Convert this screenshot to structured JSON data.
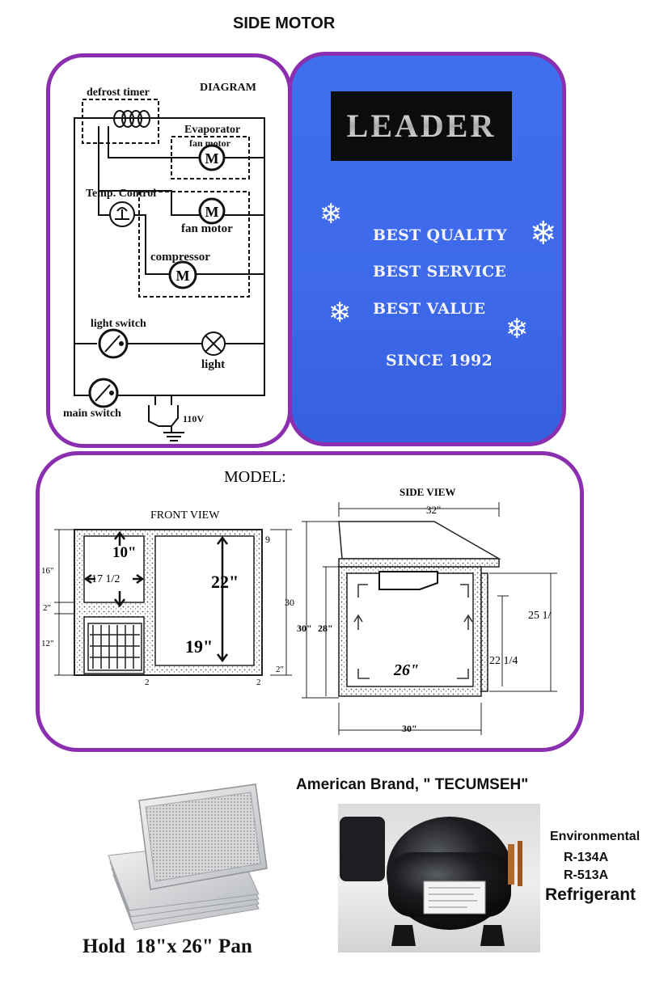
{
  "header": {
    "title": "SIDE MOTOR"
  },
  "wiring_diagram": {
    "title": "DIAGRAM",
    "labels": {
      "defrost_timer": "defrost timer",
      "evaporator": "Evaporator",
      "evap_fan_motor": "fan motor",
      "temp_control": "Temp. Control",
      "fan_motor": "fan motor",
      "compressor": "compressor",
      "light_switch": "light switch",
      "light": "light",
      "main_switch": "main switch",
      "voltage": "110V",
      "motor_symbol": "M"
    }
  },
  "brand_panel": {
    "logo_text": "LEADER",
    "slogans": [
      "BEST QUALITY",
      "BEST SERVICE",
      "BEST VALUE"
    ],
    "since": "SINCE 1992",
    "background_color": "#3f6fee",
    "border_color": "#8b2fb0",
    "icons": [
      "snowflake-icon",
      "snowflake-icon",
      "snowflake-icon",
      "snowflake-icon"
    ]
  },
  "model_drawing": {
    "title": "MODEL:",
    "front_view": {
      "label": "FRONT VIEW",
      "dims": {
        "top_height": "10\"",
        "left_width": "17 1/2",
        "main_height": "22\"",
        "main_width": "19\"",
        "outer_left_top": "16\"",
        "outer_left_mid": "2\"",
        "outer_left_bottom": "12\"",
        "outer_right": "30",
        "outer_right_top": "9",
        "bottom_right": "2\"",
        "bottom_a": "2",
        "bottom_b": "2"
      }
    },
    "side_view": {
      "label": "SIDE VIEW",
      "dims": {
        "top_width": "32\"",
        "left_height_outer": "30\"",
        "left_height_inner": "28\"",
        "inner_width": "26\"",
        "right_outer": "25 1/",
        "right_inner": "22 1/4",
        "bottom_width": "30\""
      }
    }
  },
  "pan": {
    "caption": "Hold  18\"x 26\" Pan"
  },
  "compressor": {
    "brand_line": "American Brand, \" TECUMSEH\"",
    "refrigerant_lines": [
      "Environmental",
      "R-134A",
      "R-513A",
      "Refrigerant"
    ]
  }
}
